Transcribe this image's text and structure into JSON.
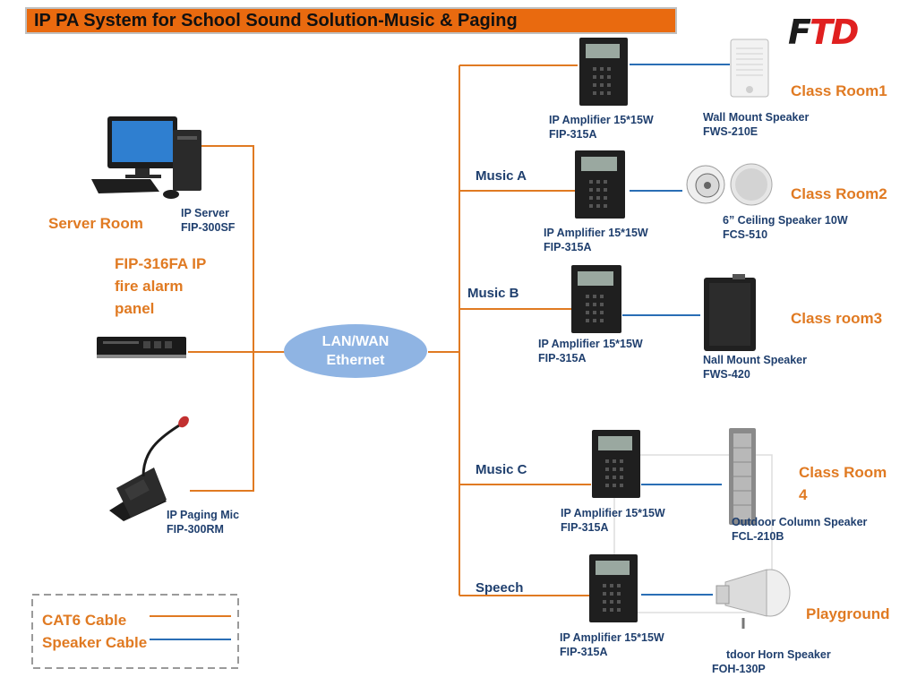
{
  "title": "IP PA System for School Sound Solution-Music & Paging",
  "logo": {
    "f": "F",
    "td": "TD"
  },
  "server_room": {
    "label": "Server Room",
    "server_name": "IP Server",
    "server_model": "FIP-300SF"
  },
  "fire_alarm": {
    "line1": "FIP-316FA IP",
    "line2": "fire alarm",
    "line3": "panel"
  },
  "paging_mic": {
    "name": "IP Paging Mic",
    "model": "FIP-300RM"
  },
  "network": {
    "line1": "LAN/WAN",
    "line2": "Ethernet"
  },
  "channels": {
    "music_a": "Music A",
    "music_b": "Music B",
    "music_c": "Music C",
    "speech": "Speech"
  },
  "zones": [
    {
      "amp_name": "IP Amplifier 15*15W",
      "amp_model": "FIP-315A",
      "spk_name": "Wall Mount Speaker",
      "spk_model": "FWS-210E",
      "room": "Class Room1"
    },
    {
      "amp_name": "IP Amplifier 15*15W",
      "amp_model": "FIP-315A",
      "spk_name": "6” Ceiling Speaker 10W",
      "spk_model": "FCS-510",
      "room": "Class Room2"
    },
    {
      "amp_name": "IP Amplifier 15*15W",
      "amp_model": "FIP-315A",
      "spk_name": "Nall Mount Speaker",
      "spk_model": "FWS-420",
      "room": "Class room3"
    },
    {
      "amp_name": "IP Amplifier 15*15W",
      "amp_model": "FIP-315A",
      "spk_name": "Outdoor Column Speaker",
      "spk_model": "FCL-210B",
      "room_line1": "Class Room",
      "room_line2": "4"
    },
    {
      "amp_name": "IP Amplifier 15*15W",
      "amp_model": "FIP-315A",
      "spk_name": "tdoor Horn Speaker",
      "spk_model": "FOH-130P",
      "room": "Playground"
    }
  ],
  "legend": {
    "cat6": "CAT6 Cable",
    "speaker": "Speaker Cable"
  },
  "colors": {
    "cat6": "#e07a22",
    "speaker": "#2a6eb5",
    "title_bg": "#e96a0f",
    "cloud": "#8fb4e3"
  }
}
